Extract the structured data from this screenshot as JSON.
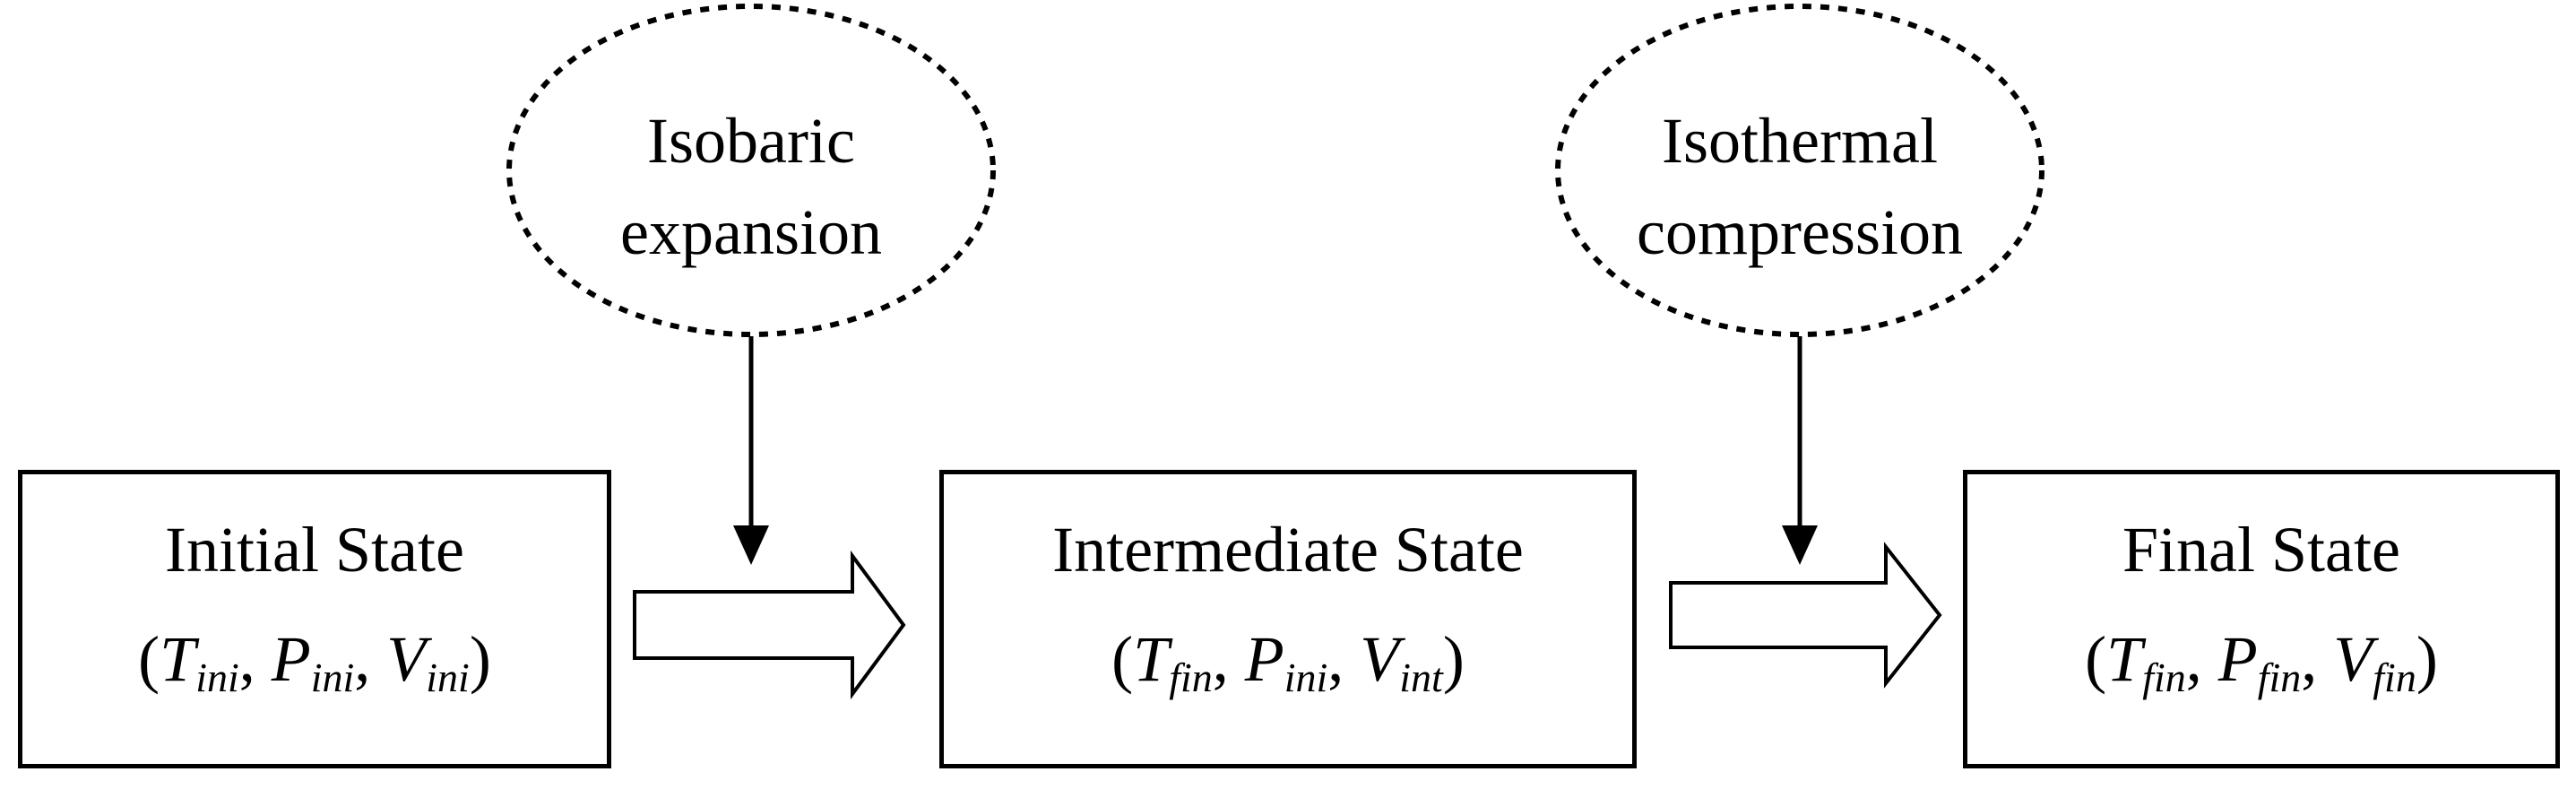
{
  "states": [
    {
      "title": "Initial State",
      "open": "(",
      "close": ")",
      "vars": [
        {
          "sym": "T",
          "sub": "ini",
          "sep": ", "
        },
        {
          "sym": "P",
          "sub": "ini",
          "sep": ", "
        },
        {
          "sym": "V",
          "sub": "ini",
          "sep": ""
        }
      ]
    },
    {
      "title": "Intermediate State",
      "open": "(",
      "close": ")",
      "vars": [
        {
          "sym": "T",
          "sub": "fin",
          "sep": ", "
        },
        {
          "sym": "P",
          "sub": "ini",
          "sep": ", "
        },
        {
          "sym": "V",
          "sub": "int",
          "sep": ""
        }
      ]
    },
    {
      "title": "Final State",
      "open": "(",
      "close": ")",
      "vars": [
        {
          "sym": "T",
          "sub": "fin",
          "sep": ", "
        },
        {
          "sym": "P",
          "sub": "fin",
          "sep": ", "
        },
        {
          "sym": "V",
          "sub": "fin",
          "sep": ""
        }
      ]
    }
  ],
  "processes": [
    {
      "line1": "Isobaric",
      "line2": "expansion"
    },
    {
      "line1": "Isothermal",
      "line2": "compression"
    }
  ]
}
